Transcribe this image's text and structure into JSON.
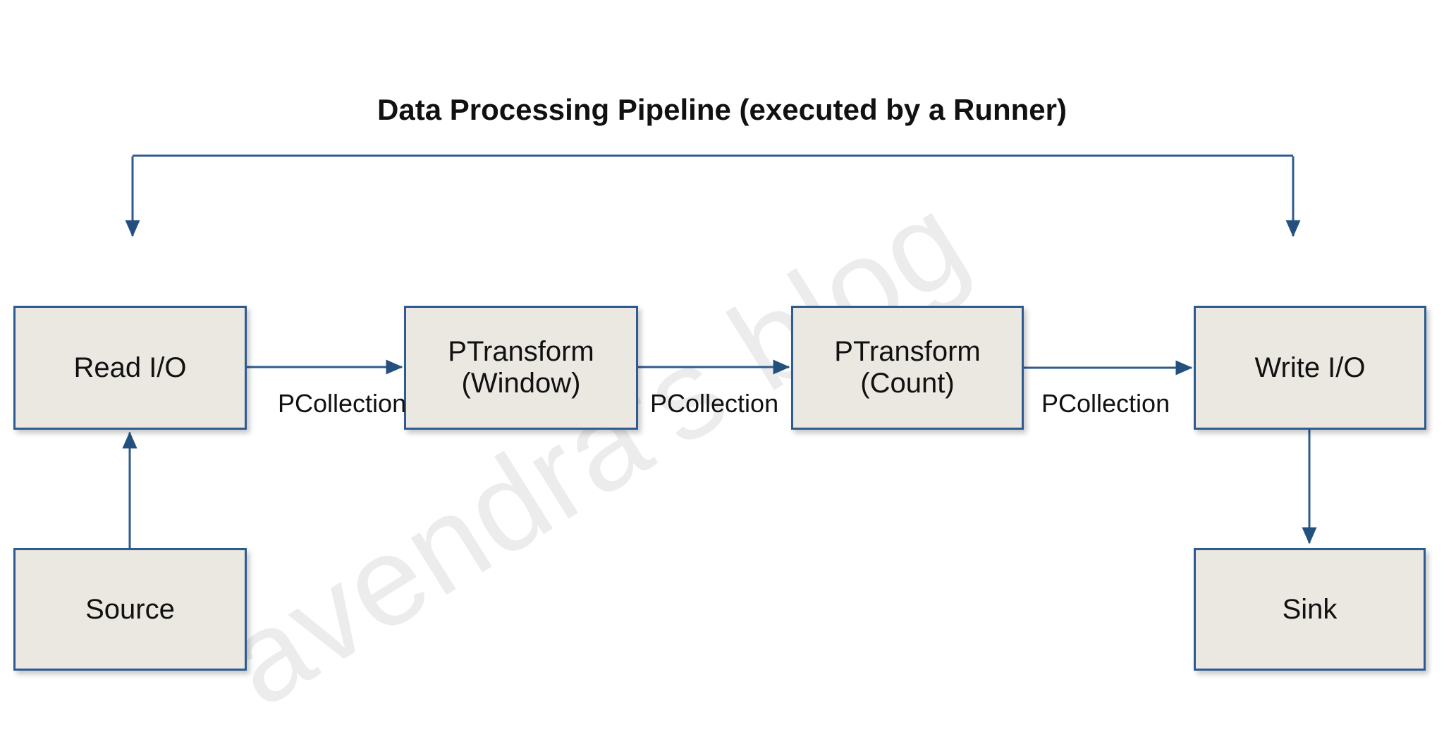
{
  "title": "Data Processing Pipeline (executed by a Runner)",
  "watermark": "avendra's blog",
  "boxes": {
    "read_io": {
      "label": "Read I/O"
    },
    "ptransform_window": {
      "label": "PTransform",
      "sublabel": "(Window)"
    },
    "ptransform_count": {
      "label": "PTransform",
      "sublabel": "(Count)"
    },
    "write_io": {
      "label": "Write I/O"
    },
    "source": {
      "label": "Source"
    },
    "sink": {
      "label": "Sink"
    }
  },
  "labels": {
    "pcollection": [
      "PCollection",
      "PCollection",
      "PCollection"
    ]
  },
  "edges": [
    {
      "from": "Pipeline bracket",
      "to": "Read I/O",
      "label": ""
    },
    {
      "from": "Pipeline bracket",
      "to": "Write I/O",
      "label": ""
    },
    {
      "from": "Read I/O",
      "to": "PTransform (Window)",
      "label": "PCollection"
    },
    {
      "from": "PTransform (Window)",
      "to": "PTransform (Count)",
      "label": "PCollection"
    },
    {
      "from": "PTransform (Count)",
      "to": "Write I/O",
      "label": "PCollection"
    },
    {
      "from": "Source",
      "to": "Read I/O",
      "label": ""
    },
    {
      "from": "Write I/O",
      "to": "Sink",
      "label": ""
    }
  ],
  "colors": {
    "line": "#2e5b8f",
    "arrowhead": "#24507f",
    "box_fill": "#eae8e0",
    "box_border": "#2e5b92",
    "text": "#111111",
    "watermark": "#ececec"
  }
}
